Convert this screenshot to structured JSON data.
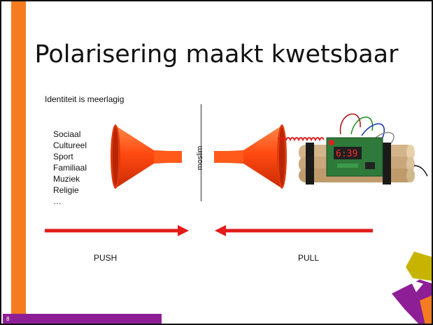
{
  "slide": {
    "title": "Polarisering maakt kwetsbaar",
    "subtitle": "Identiteit is meerlagig",
    "identity_layers": [
      "Sociaal",
      "Cultureel",
      "Sport",
      "Familiaal",
      "Muziek",
      "Religie",
      "…"
    ],
    "divider_label": "moslim",
    "push_label": "PUSH",
    "pull_label": "PULL",
    "page_number": "8"
  },
  "colors": {
    "accent_orange": "#f47b20",
    "arrow_red": "#e31b1b",
    "funnel_orange": "#ff4a12",
    "footer_purple": "#8e1e96",
    "logo_yellow": "#c7b400",
    "logo_purple": "#8e1e96"
  },
  "images": {
    "left_funnel": "funnel-icon",
    "right_funnel": "funnel-icon",
    "bomb": "time-bomb-icon",
    "logo": "corner-logo"
  }
}
